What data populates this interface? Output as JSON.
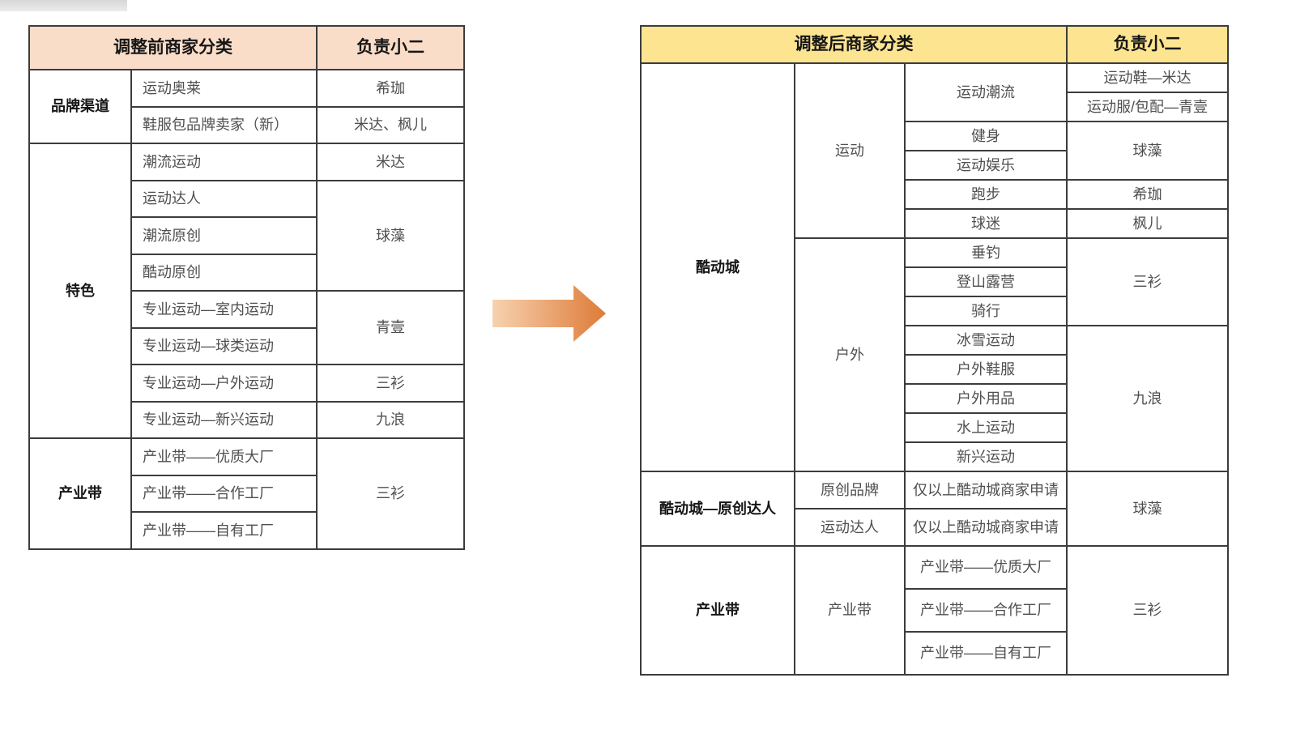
{
  "colors": {
    "left_header_bg": "#faddc9",
    "right_header_bg": "#fce491",
    "border": "#3c3c3c",
    "text": "#4f4f4f",
    "strong_text": "#161616",
    "arrow_from": "#f7d2b0",
    "arrow_to": "#de7b38",
    "artifact": "#d7d7d7",
    "page_bg": "#ffffff"
  },
  "icons": {
    "transition_arrow": "right-arrow"
  },
  "left_table": {
    "header": {
      "cells": [
        {
          "text": "调整前商家分类",
          "colspan": 2
        },
        {
          "text": "负责小二"
        }
      ]
    },
    "rows": [
      {
        "cells": [
          {
            "text": "品牌渠道",
            "rowspan": 2,
            "bold": true
          },
          {
            "text": "运动奥莱"
          },
          {
            "text": "希珈"
          }
        ]
      },
      {
        "cells": [
          {
            "text": "鞋服包品牌卖家（新）"
          },
          {
            "text": "米达、枫儿"
          }
        ]
      },
      {
        "cells": [
          {
            "text": "特色",
            "rowspan": 8,
            "bold": true
          },
          {
            "text": "潮流运动"
          },
          {
            "text": "米达"
          }
        ]
      },
      {
        "cells": [
          {
            "text": "运动达人"
          },
          {
            "text": "球藻",
            "rowspan": 3
          }
        ]
      },
      {
        "cells": [
          {
            "text": "潮流原创"
          }
        ]
      },
      {
        "cells": [
          {
            "text": "酷动原创"
          }
        ]
      },
      {
        "cells": [
          {
            "text": "专业运动—室内运动"
          },
          {
            "text": "青壹",
            "rowspan": 2
          }
        ]
      },
      {
        "cells": [
          {
            "text": "专业运动—球类运动"
          }
        ]
      },
      {
        "cells": [
          {
            "text": "专业运动—户外运动"
          },
          {
            "text": "三衫"
          }
        ]
      },
      {
        "cells": [
          {
            "text": "专业运动—新兴运动"
          },
          {
            "text": "九浪"
          }
        ]
      },
      {
        "cells": [
          {
            "text": "产业带",
            "rowspan": 3,
            "bold": true
          },
          {
            "text": "产业带——优质大厂"
          },
          {
            "text": "三衫",
            "rowspan": 3
          }
        ]
      },
      {
        "cells": [
          {
            "text": "产业带——合作工厂"
          }
        ]
      },
      {
        "cells": [
          {
            "text": "产业带——自有工厂"
          }
        ]
      }
    ]
  },
  "right_table": {
    "header": {
      "cells": [
        {
          "text": "调整后商家分类",
          "colspan": 3
        },
        {
          "text": "负责小二"
        }
      ]
    },
    "rows": [
      {
        "cells": [
          {
            "text": "酷动城",
            "rowspan": 14,
            "bold": true
          },
          {
            "text": "运动",
            "rowspan": 6
          },
          {
            "text": "运动潮流",
            "rowspan": 2
          },
          {
            "text": "运动鞋—米达"
          }
        ]
      },
      {
        "cells": [
          {
            "text": "运动服/包配—青壹"
          }
        ]
      },
      {
        "cells": [
          {
            "text": "健身"
          },
          {
            "text": "球藻",
            "rowspan": 2
          }
        ]
      },
      {
        "cells": [
          {
            "text": "运动娱乐"
          }
        ]
      },
      {
        "cells": [
          {
            "text": "跑步"
          },
          {
            "text": "希珈"
          }
        ]
      },
      {
        "cells": [
          {
            "text": "球迷"
          },
          {
            "text": "枫儿"
          }
        ]
      },
      {
        "cells": [
          {
            "text": "户外",
            "rowspan": 8
          },
          {
            "text": "垂钓"
          },
          {
            "text": "三衫",
            "rowspan": 3
          }
        ]
      },
      {
        "cells": [
          {
            "text": "登山露营"
          }
        ]
      },
      {
        "cells": [
          {
            "text": "骑行"
          }
        ]
      },
      {
        "cells": [
          {
            "text": "冰雪运动"
          },
          {
            "text": "九浪",
            "rowspan": 5
          }
        ]
      },
      {
        "cells": [
          {
            "text": "户外鞋服"
          }
        ]
      },
      {
        "cells": [
          {
            "text": "户外用品"
          }
        ]
      },
      {
        "cells": [
          {
            "text": "水上运动"
          }
        ]
      },
      {
        "cells": [
          {
            "text": "新兴运动"
          }
        ]
      },
      {
        "cells": [
          {
            "text": "酷动城—原创达人",
            "rowspan": 2,
            "bold": true
          },
          {
            "text": "原创品牌"
          },
          {
            "text": "仅以上酷动城商家申请"
          },
          {
            "text": "球藻",
            "rowspan": 2
          }
        ]
      },
      {
        "cells": [
          {
            "text": "运动达人"
          },
          {
            "text": "仅以上酷动城商家申请"
          }
        ]
      },
      {
        "cells": [
          {
            "text": "产业带",
            "rowspan": 3,
            "bold": true
          },
          {
            "text": "产业带",
            "rowspan": 3
          },
          {
            "text": "产业带——优质大厂"
          },
          {
            "text": "三衫",
            "rowspan": 3
          }
        ]
      },
      {
        "cells": [
          {
            "text": "产业带——合作工厂"
          }
        ]
      },
      {
        "cells": [
          {
            "text": "产业带——自有工厂"
          }
        ]
      }
    ]
  }
}
